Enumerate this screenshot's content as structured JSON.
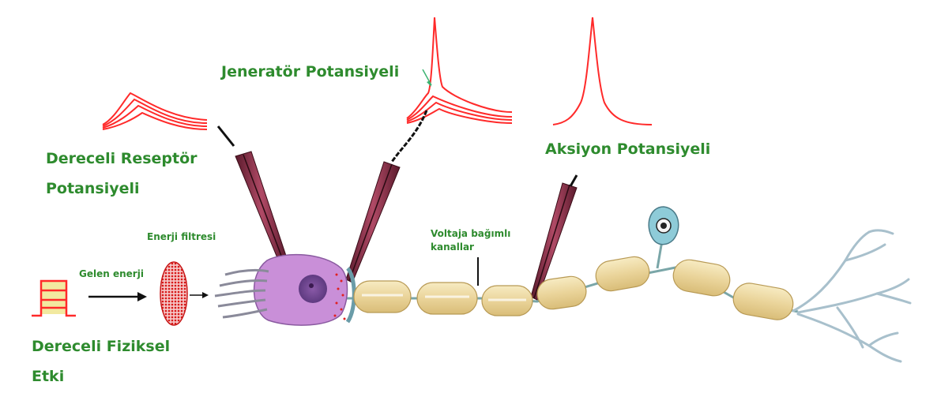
{
  "labels": {
    "jenerator": "Jeneratör Potansiyeli",
    "dereceli_reseptor_line1": "Dereceli Reseptör",
    "dereceli_reseptor_line2": "Potansiyeli",
    "aksiyon": "Aksiyon Potansiyeli",
    "enerji_filtresi": "Enerji filtresi",
    "gelen_enerji": "Gelen enerji",
    "voltaja_line1": "Voltaja bağımlı",
    "voltaja_line2": "kanallar",
    "fiziksel_line1": "Dereceli Fiziksel",
    "fiziksel_line2": "Etki"
  },
  "colors": {
    "label_green": "#2e8b2e",
    "trace_red": "#ff2a2a",
    "electrode": "#8b2b45",
    "cell_body": "#c98fd8",
    "myelin": "#ecd9a0",
    "axon": "#7aa6a8",
    "filter": "#e02020",
    "dendrite": "#a8c0cc"
  }
}
